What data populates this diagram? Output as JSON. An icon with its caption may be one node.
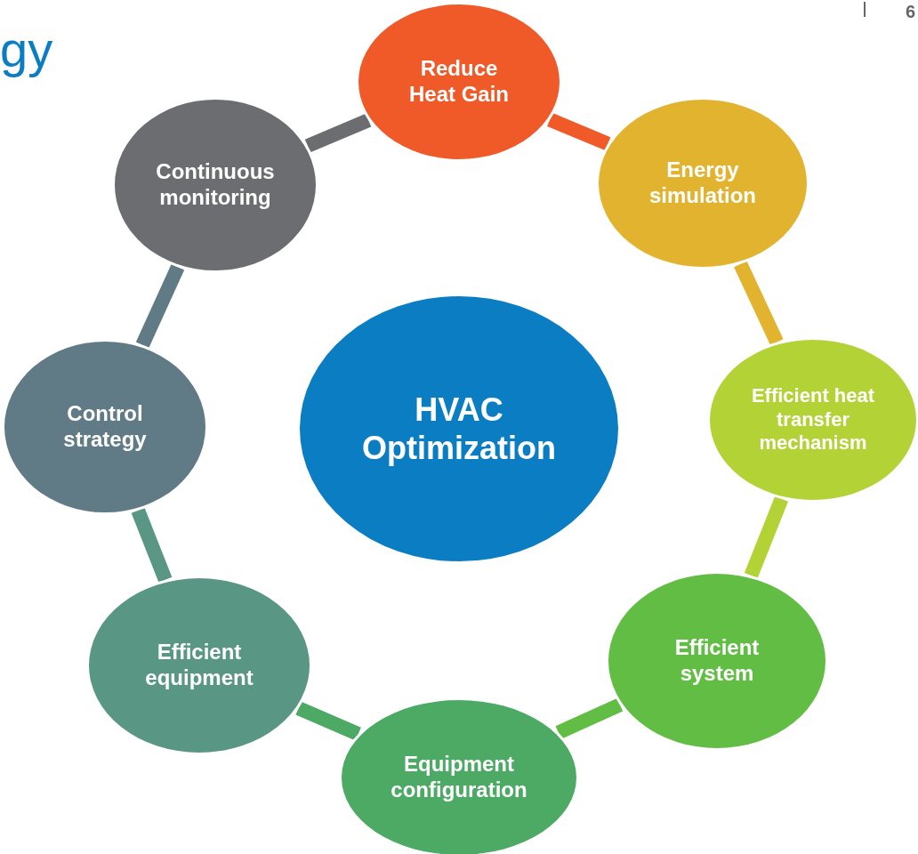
{
  "diagram": {
    "title": "gy",
    "nodes": [
      {
        "text": [
          "HVAC Optimization"
        ]
      },
      {
        "text": [
          "Reduce Heat Gain"
        ]
      },
      {
        "text": [
          "Energy simulation"
        ]
      },
      {
        "text": [
          "Efficient heat transfer mechanism"
        ]
      },
      {
        "text": [
          "Efficient system"
        ]
      },
      {
        "text": [
          "Equipment configuration"
        ]
      },
      {
        "text": [
          "Efficient equipment"
        ]
      },
      {
        "text": [
          "Control strategy"
        ]
      },
      {
        "text": [
          "Continuous monitoring"
        ]
      }
    ],
    "edges": [
      {
        "from": 1,
        "to": 2,
        "arrow": "none",
        "color": "#f05a28"
      },
      {
        "from": 2,
        "to": 3,
        "arrow": "none",
        "color": "#e2b32e"
      },
      {
        "from": 3,
        "to": 4,
        "arrow": "none",
        "color": "#b2d235"
      },
      {
        "from": 4,
        "to": 5,
        "arrow": "none",
        "color": "#62bd44"
      },
      {
        "from": 5,
        "to": 6,
        "arrow": "none",
        "color": "#4daa64"
      },
      {
        "from": 6,
        "to": 7,
        "arrow": "none",
        "color": "#5a9684"
      },
      {
        "from": 7,
        "to": 8,
        "arrow": "none",
        "color": "#607a86"
      },
      {
        "from": 8,
        "to": 1,
        "arrow": "none",
        "color": "#6b6d71"
      }
    ],
    "labels": [
      "6"
    ]
  }
}
